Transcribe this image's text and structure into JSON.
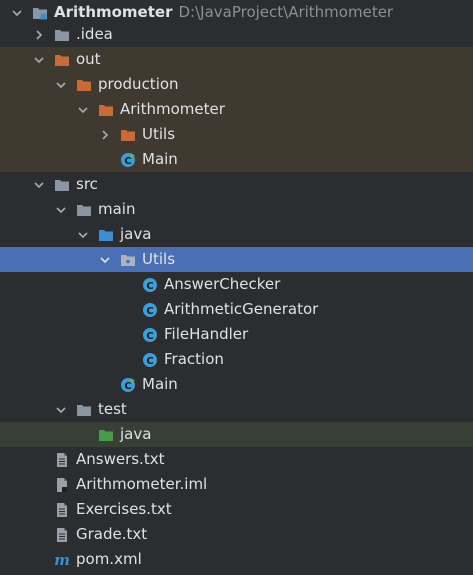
{
  "project": {
    "name": "Arithmometer",
    "path": "D:\\JavaProject\\Arithmometer"
  },
  "tree": {
    "idea": ".idea",
    "out": "out",
    "production": "production",
    "out_arithmometer": "Arithmometer",
    "out_utils": "Utils",
    "out_main": "Main",
    "src": "src",
    "main": "main",
    "java": "java",
    "utils": "Utils",
    "answer_checker": "AnswerChecker",
    "arithmetic_generator": "ArithmeticGenerator",
    "file_handler": "FileHandler",
    "fraction": "Fraction",
    "src_main": "Main",
    "test": "test",
    "test_java": "java",
    "answers_txt": "Answers.txt",
    "arithmometer_iml": "Arithmometer.iml",
    "exercises_txt": "Exercises.txt",
    "grade_txt": "Grade.txt",
    "pom_xml": "pom.xml"
  },
  "colors": {
    "background": "#2b2d30",
    "selection": "#4a6fb5",
    "excluded_highlight": "#40392f",
    "test_highlight": "#373f37",
    "folder_gray": "#8c96a3",
    "folder_orange": "#c96a3a",
    "folder_blue": "#3d8dd1",
    "folder_green": "#4a9a4a",
    "class_icon": "#3d9dd6"
  }
}
